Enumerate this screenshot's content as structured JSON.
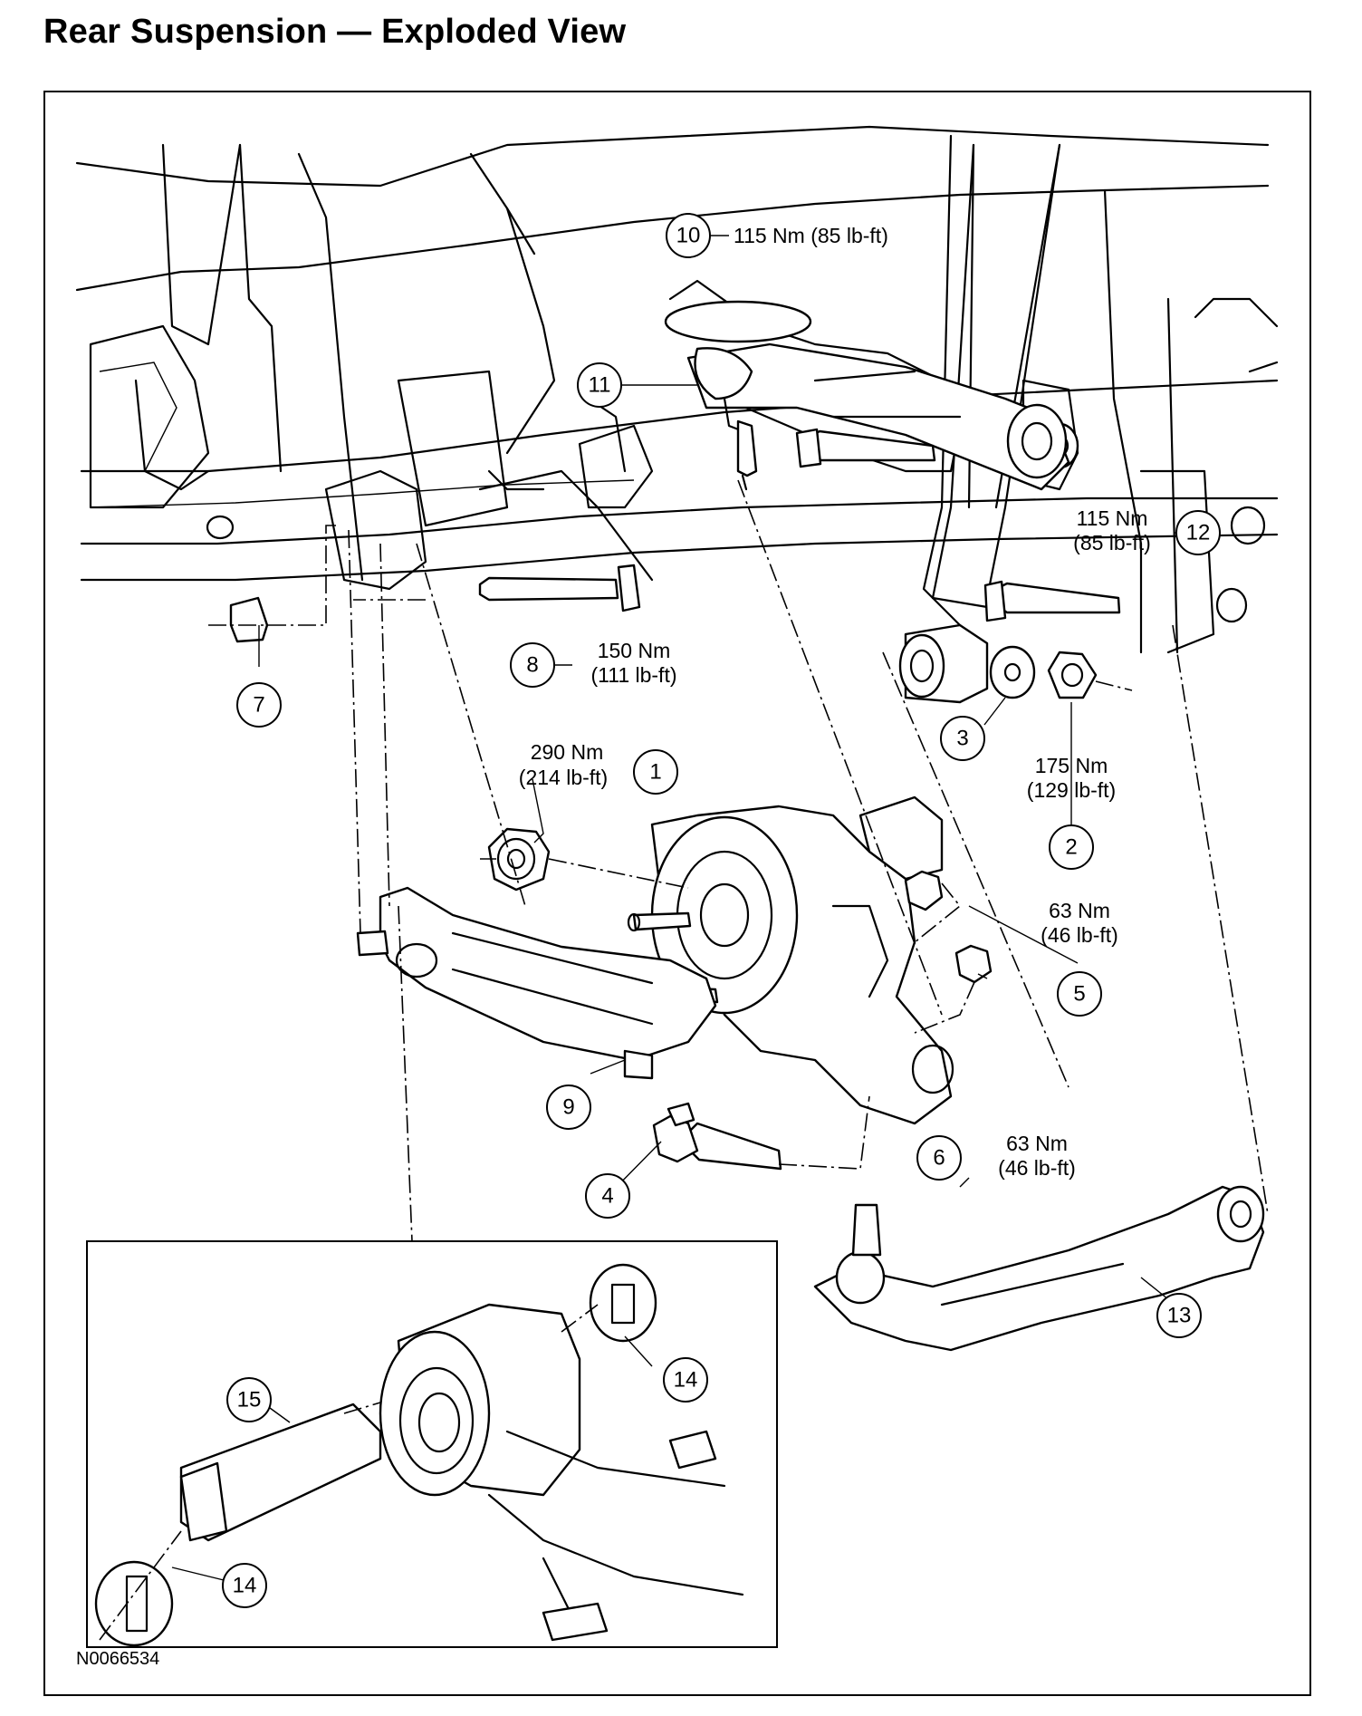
{
  "title": "Rear Suspension — Exploded View",
  "figure_id": "N0066534",
  "callouts": [
    {
      "num": "1",
      "torque": [
        "290 Nm",
        "(214 lb-ft)"
      ]
    },
    {
      "num": "2",
      "torque": [
        "175 Nm",
        "(129 lb-ft)"
      ]
    },
    {
      "num": "3",
      "torque": []
    },
    {
      "num": "4",
      "torque": []
    },
    {
      "num": "5",
      "torque": [
        "63 Nm",
        "(46 lb-ft)"
      ]
    },
    {
      "num": "6",
      "torque": [
        "63 Nm",
        "(46 lb-ft)"
      ]
    },
    {
      "num": "7",
      "torque": []
    },
    {
      "num": "8",
      "torque": [
        "150 Nm",
        "(111 lb-ft)"
      ]
    },
    {
      "num": "9",
      "torque": []
    },
    {
      "num": "10",
      "torque": [
        "115 Nm (85 lb-ft)"
      ]
    },
    {
      "num": "11",
      "torque": []
    },
    {
      "num": "12",
      "torque": [
        "115 Nm",
        "(85 lb-ft)"
      ]
    },
    {
      "num": "13",
      "torque": []
    },
    {
      "num": "14",
      "torque": []
    },
    {
      "num": "15",
      "torque": []
    }
  ]
}
